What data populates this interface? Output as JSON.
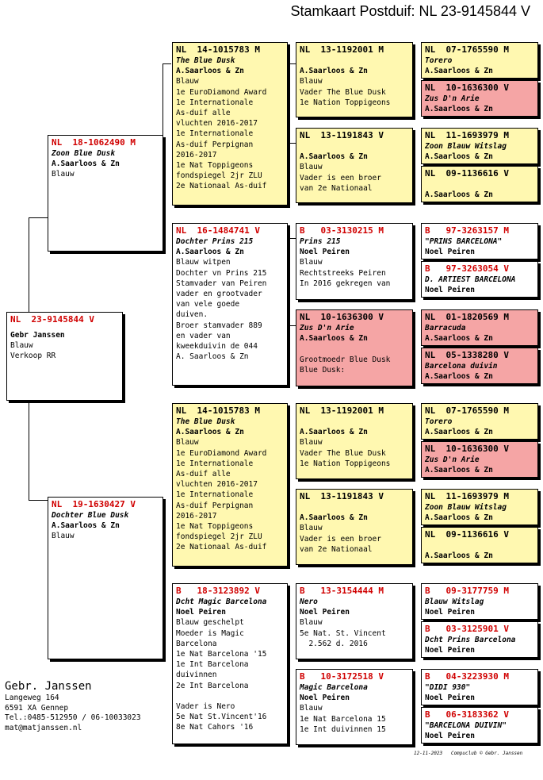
{
  "title": "Stamkaart Postduif: NL  23-9145844 V",
  "main": {
    "ring": "NL  23-9145844 V",
    "name": "Gebr Janssen",
    "lines": [
      "Blauw",
      "Verkoop RR"
    ]
  },
  "f": {
    "ring": "NL  18-1062490 M",
    "name": "Zoon Blue Dusk",
    "owner": "A.Saarloos & Zn",
    "lines": [
      "Blauw"
    ]
  },
  "m": {
    "ring": "NL  19-1630427 V",
    "name": "Dochter Blue Dusk",
    "owner": "A.Saarloos & Zn",
    "lines": [
      "Blauw"
    ]
  },
  "ff": {
    "ring": "NL  14-1015783 M",
    "name": "The Blue Dusk",
    "owner": "A.Saarloos & Zn",
    "lines": [
      "Blauw",
      "1e EuroDiamond Award",
      "1e Internationale",
      "As-duif alle",
      "vluchten 2016-2017",
      "1e Internationale",
      "As-duif Perpignan",
      "2016-2017",
      "1e Nat Toppigeons",
      "fondspiegel 2jr ZLU",
      "2e Nationaal As-duif"
    ]
  },
  "fm": {
    "ring": "NL  16-1484741 V",
    "name": "Dochter Prins 215",
    "owner": "A.Saarloos & Zn",
    "lines": [
      "Blauw witpen",
      "Dochter vn Prins 215",
      "Stamvader van Peiren",
      "vader en grootvader",
      "van vele goede",
      "duiven.",
      "Broer stamvader 889",
      "en vader van",
      "kweekduivin de 044",
      "A. Saarloos & Zn"
    ]
  },
  "mf": {
    "ring": "NL  14-1015783 M",
    "name": "The Blue Dusk",
    "owner": "A.Saarloos & Zn",
    "lines": [
      "Blauw",
      "1e EuroDiamond Award",
      "1e Internationale",
      "As-duif alle",
      "vluchten 2016-2017",
      "1e Internationale",
      "As-duif Perpignan",
      "2016-2017",
      "1e Nat Toppigeons",
      "fondspiegel 2jr ZLU",
      "2e Nationaal As-duif"
    ]
  },
  "mm": {
    "ring": "B   18-3123892 V",
    "name": "Dcht Magic Barcelona",
    "owner": "Noel Peiren",
    "lines": [
      "Blauw geschelpt",
      "Moeder is Magic",
      "Barcelona",
      "1e Nat Barcelona '15",
      "1e Int Barcelona",
      "duivinnen",
      "2e Int Barcelona",
      "",
      "Vader is Nero",
      "5e Nat St.Vincent'16",
      "8e Nat Cahors '16"
    ]
  },
  "fff": {
    "ring": "NL  13-1192001 M",
    "name": "",
    "owner": "A.Saarloos & Zn",
    "lines": [
      "Blauw",
      "Vader The Blue Dusk",
      "1e Nation Toppigeons"
    ]
  },
  "ffm": {
    "ring": "NL  13-1191843 V",
    "name": "",
    "owner": "A.Saarloos & Zn",
    "lines": [
      "Blauw",
      "Vader is een broer",
      "van 2e Nationaal"
    ]
  },
  "fmf": {
    "ring": "B   03-3130215 M",
    "name": "Prins 215",
    "owner": "Noel Peiren",
    "lines": [
      "Blauw",
      "Rechtstreeks Peiren",
      "In 2016 gekregen van"
    ]
  },
  "fmm": {
    "ring": "NL  10-1636300 V",
    "name": "Zus D'n Arie",
    "owner": "A.Saarloos & Zn",
    "lines": [
      "",
      "Grootmoedr Blue Dusk",
      "Blue Dusk:"
    ]
  },
  "mff": {
    "ring": "NL  13-1192001 M",
    "name": "",
    "owner": "A.Saarloos & Zn",
    "lines": [
      "Blauw",
      "Vader The Blue Dusk",
      "1e Nation Toppigeons"
    ]
  },
  "mfm": {
    "ring": "NL  13-1191843 V",
    "name": "",
    "owner": "A.Saarloos & Zn",
    "lines": [
      "Blauw",
      "Vader is een broer",
      "van 2e Nationaal"
    ]
  },
  "mmf": {
    "ring": "B   13-3154444 M",
    "name": "Nero",
    "owner": "Noel Peiren",
    "lines": [
      "Blauw",
      "5e Nat. St. Vincent",
      "  2.562 d. 2016"
    ]
  },
  "mmm": {
    "ring": "B   10-3172518 V",
    "name": "Magic Barcelona",
    "owner": "Noel Peiren",
    "lines": [
      "Blauw",
      "1e Nat Barcelona 15",
      "1e Int duivinnen 15"
    ]
  },
  "g": [
    {
      "ring": "NL  07-1765590 M",
      "name": "Torero",
      "owner": "A.Saarloos & Zn"
    },
    {
      "ring": "NL  10-1636300 V",
      "name": "Zus D'n Arie",
      "owner": "A.Saarloos & Zn"
    },
    {
      "ring": "NL  11-1693979 M",
      "name": "Zoon Blauw Witslag",
      "owner": "A.Saarloos & Zn"
    },
    {
      "ring": "NL  09-1136616 V",
      "name": "",
      "owner": "A.Saarloos & Zn"
    },
    {
      "ring": "B   97-3263157 M",
      "name": "\"PRINS BARCELONA\"",
      "owner": "Noel Peiren"
    },
    {
      "ring": "B   97-3263054 V",
      "name": "D. ARTIEST BARCELONA",
      "owner": "Noel Peiren"
    },
    {
      "ring": "NL  01-1820569 M",
      "name": "Barracuda",
      "owner": "A.Saarloos & Zn"
    },
    {
      "ring": "NL  05-1338280 V",
      "name": "Barcelona duivin",
      "owner": "A.Saarloos & Zn"
    },
    {
      "ring": "NL  07-1765590 M",
      "name": "Torero",
      "owner": "A.Saarloos & Zn"
    },
    {
      "ring": "NL  10-1636300 V",
      "name": "Zus D'n Arie",
      "owner": "A.Saarloos & Zn"
    },
    {
      "ring": "NL  11-1693979 M",
      "name": "Zoon Blauw Witslag",
      "owner": "A.Saarloos & Zn"
    },
    {
      "ring": "NL  09-1136616 V",
      "name": "",
      "owner": "A.Saarloos & Zn"
    },
    {
      "ring": "B   09-3177759 M",
      "name": "Blauw Witslag",
      "owner": "Noel Peiren"
    },
    {
      "ring": "B   03-3125901 V",
      "name": "Dcht Prins Barcelona",
      "owner": "Noel Peiren"
    },
    {
      "ring": "B   04-3223930 M",
      "name": "\"DIDI 930\"",
      "owner": "Noel Peiren"
    },
    {
      "ring": "B   06-3183362 V",
      "name": "\"BARCELONA DUIVIN\"",
      "owner": "Noel Peiren"
    }
  ],
  "owner": {
    "name": "Gebr. Janssen",
    "address": "Langeweg 164",
    "city": "6591 XA  Gennep",
    "phone": "Tel.:0485-512950 / 06-10033023",
    "email": "mat@matjanssen.nl"
  },
  "footer": "12-11-2023   Compuclub © Gebr. Janssen"
}
